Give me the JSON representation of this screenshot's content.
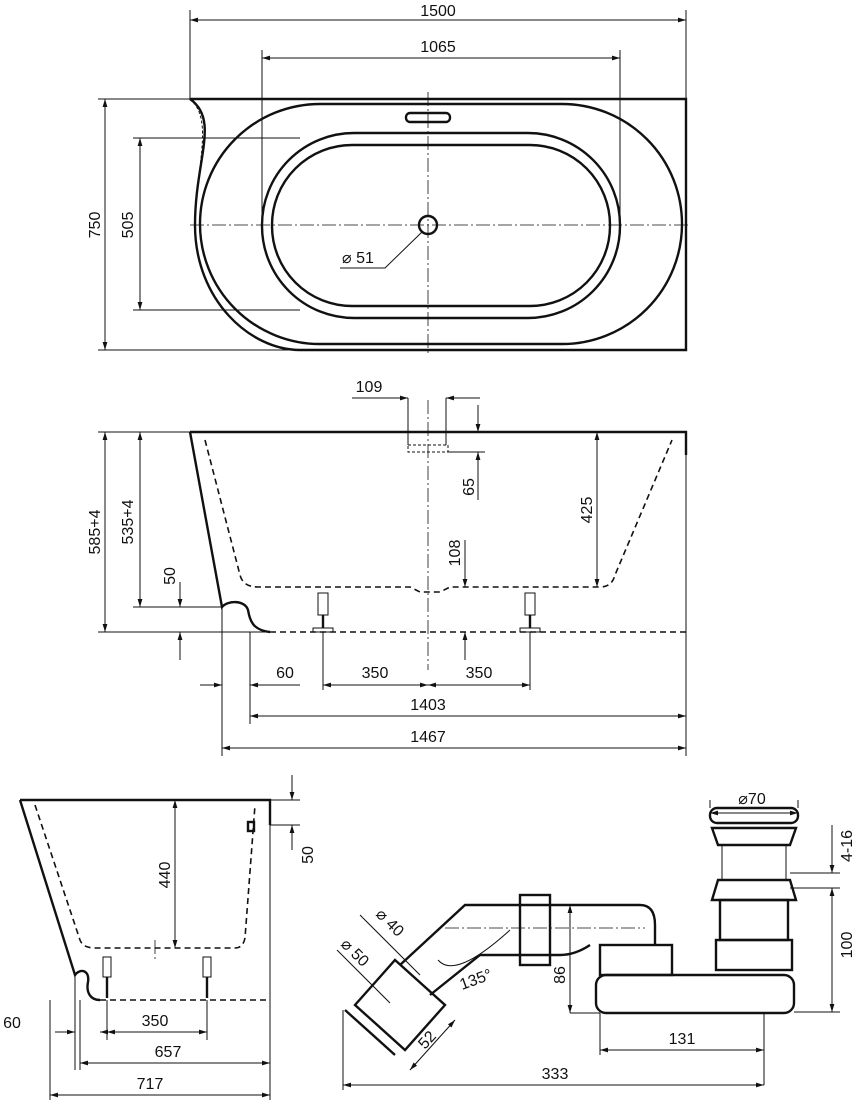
{
  "top_view": {
    "width": "1500",
    "inner_width": "1065",
    "depth": "750",
    "inner_depth": "505",
    "drain": "⌀ 51"
  },
  "side_view": {
    "overflow": "109",
    "overflow_drop": "65",
    "height_total": "585+4",
    "height_rim": "535+4",
    "foot": "50",
    "depth_inner": "425",
    "bottom_to_floor": "108",
    "offset": "60",
    "leg_left": "350",
    "leg_right": "350",
    "length_inner": "1403",
    "length_total": "1467"
  },
  "end_view": {
    "depth_inner": "440",
    "rim_step": "50",
    "offset": "60",
    "leg_span": "350",
    "inner": "657",
    "total": "717"
  },
  "siphon": {
    "cap": "⌀70",
    "adjust": "4-16",
    "height": "100",
    "outlet_outer": "⌀ 40",
    "outlet_big": "⌀ 50",
    "angle": "135°",
    "socket": "52",
    "trap_height": "86",
    "trap_width": "131",
    "total_length": "333"
  }
}
